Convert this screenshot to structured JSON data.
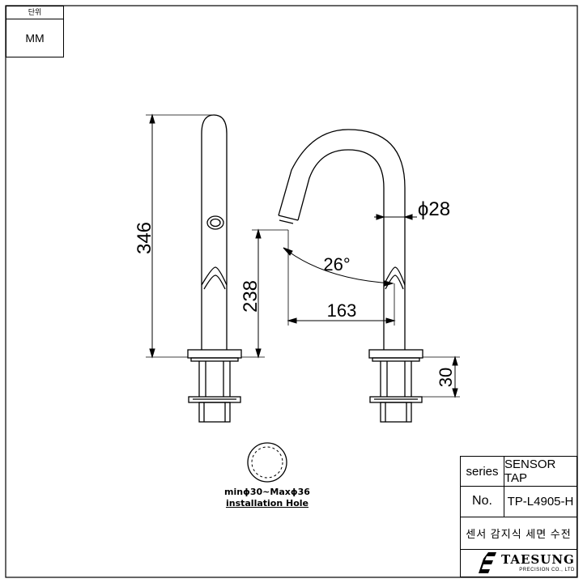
{
  "unit_box": {
    "header": "단위",
    "value": "MM"
  },
  "dimensions": {
    "overall_height": "346",
    "spout_height": "238",
    "angle": "26°",
    "reach": "163",
    "diameter": "ϕ28",
    "base_height": "30"
  },
  "installation_note": {
    "line1": "minϕ30~Maxϕ36",
    "line2": "installation Hole"
  },
  "title_block": {
    "series_label": "series",
    "series_value": "SENSOR TAP",
    "no_label": "No.",
    "no_value": "TP-L4905-H",
    "description": "센서 감지식 세면 수전",
    "company_name": "TAESUNG",
    "company_sub": "PRECISION CO., LTD"
  }
}
